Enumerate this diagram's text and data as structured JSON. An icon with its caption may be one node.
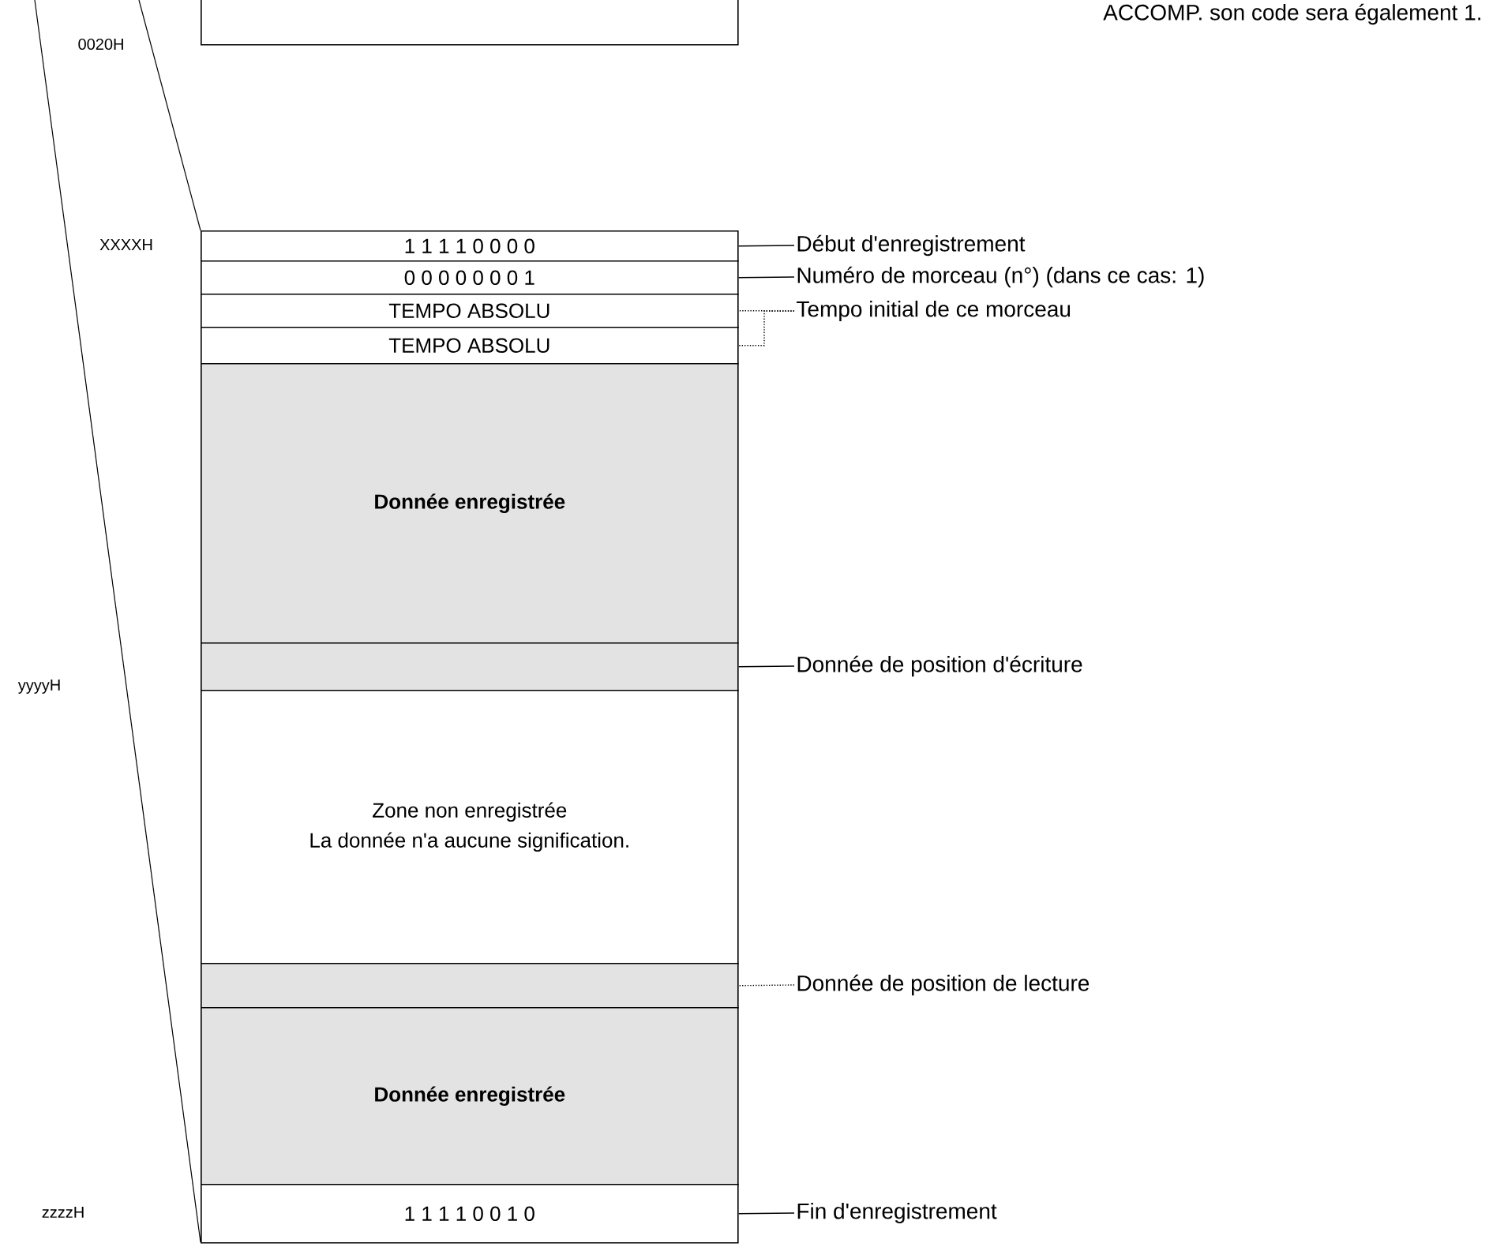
{
  "diagram": {
    "nodes": [
      {
        "text": [],
        "shape": "box"
      },
      {
        "text": [
          "1 1 1 1 0 0 0 0"
        ]
      },
      {
        "text": [
          "0 0 0 0 0 0 0 1"
        ]
      },
      {
        "text": [
          "TEMPO ABSOLU"
        ]
      },
      {
        "text": [
          "TEMPO ABSOLU"
        ]
      },
      {
        "text": [
          "Donnée enregistrée"
        ]
      },
      {
        "text": [],
        "shape": "box"
      },
      {
        "text": [
          "Zone non enregistrée",
          "La donnée n'a aucune signification."
        ]
      },
      {
        "text": [],
        "shape": "box"
      },
      {
        "text": [
          "Donnée enregistrée"
        ]
      },
      {
        "text": [
          "1 1 1 1 0 0 1 0"
        ]
      },
      {
        "text": [
          "Début d'enregistrement"
        ]
      },
      {
        "text": [
          "Numéro de morceau (n°) (dans ce cas: 1)"
        ]
      },
      {
        "text": [
          "Tempo initial de ce morceau"
        ]
      },
      {
        "text": [
          "Donnée de position d'écriture"
        ]
      },
      {
        "text": [
          "Donnée de position de lecture"
        ]
      },
      {
        "text": [
          "Fin d'enregistrement"
        ]
      }
    ],
    "edges": [
      {
        "from": 11,
        "to": 1,
        "arrow": "none"
      },
      {
        "from": 12,
        "to": 2,
        "arrow": "none"
      },
      {
        "from": 13,
        "to": 3,
        "arrow": "none",
        "style": "dashed"
      },
      {
        "from": 13,
        "to": 4,
        "arrow": "none",
        "style": "dashed"
      },
      {
        "from": 14,
        "to": 6,
        "arrow": "none"
      },
      {
        "from": 15,
        "to": 8,
        "arrow": "none",
        "style": "dashed"
      },
      {
        "from": 16,
        "to": 10,
        "arrow": "none"
      }
    ],
    "labels": [
      "ACCOMP. son code sera également 1.",
      "0020H",
      "XXXXH",
      "yyyyH",
      "zzzzH"
    ]
  }
}
